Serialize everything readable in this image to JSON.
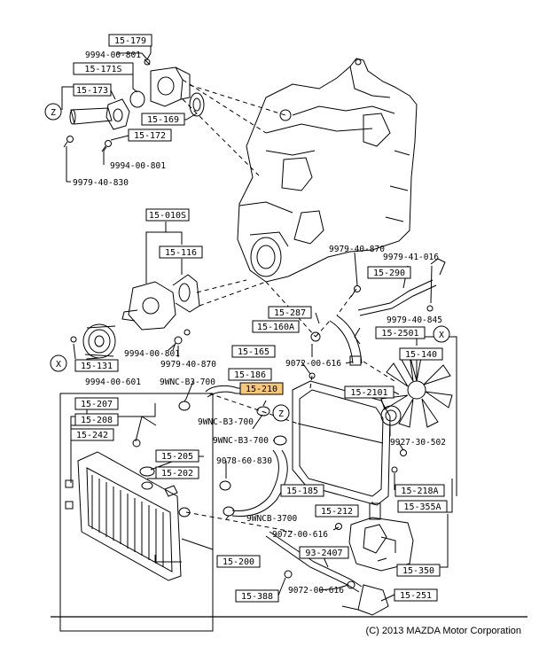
{
  "diagram": {
    "boxed_labels": [
      {
        "id": "15-179",
        "text": "15-179",
        "highlight": false
      },
      {
        "id": "15-171S",
        "text": "15-171S",
        "highlight": false
      },
      {
        "id": "15-173",
        "text": "15-173",
        "highlight": false
      },
      {
        "id": "15-169",
        "text": "15-169",
        "highlight": false
      },
      {
        "id": "15-172",
        "text": "15-172",
        "highlight": false
      },
      {
        "id": "15-010S",
        "text": "15-010S",
        "highlight": false
      },
      {
        "id": "15-116",
        "text": "15-116",
        "highlight": false
      },
      {
        "id": "15-131",
        "text": "15-131",
        "highlight": false
      },
      {
        "id": "15-287",
        "text": "15-287",
        "highlight": false
      },
      {
        "id": "15-160A",
        "text": "15-160A",
        "highlight": false
      },
      {
        "id": "15-165",
        "text": "15-165",
        "highlight": false
      },
      {
        "id": "15-186",
        "text": "15-186",
        "highlight": false
      },
      {
        "id": "15-210",
        "text": "15-210",
        "highlight": true
      },
      {
        "id": "15-290",
        "text": "15-290",
        "highlight": false
      },
      {
        "id": "15-2501",
        "text": "15-2501",
        "highlight": false
      },
      {
        "id": "15-140",
        "text": "15-140",
        "highlight": false
      },
      {
        "id": "15-2101",
        "text": "15-2101",
        "highlight": false
      },
      {
        "id": "15-207",
        "text": "15-207",
        "highlight": false
      },
      {
        "id": "15-208",
        "text": "15-208",
        "highlight": false
      },
      {
        "id": "15-242",
        "text": "15-242",
        "highlight": false
      },
      {
        "id": "15-205",
        "text": "15-205",
        "highlight": false
      },
      {
        "id": "15-202",
        "text": "15-202",
        "highlight": false
      },
      {
        "id": "15-185",
        "text": "15-185",
        "highlight": false
      },
      {
        "id": "15-212",
        "text": "15-212",
        "highlight": false
      },
      {
        "id": "15-218A",
        "text": "15-218A",
        "highlight": false
      },
      {
        "id": "15-355A",
        "text": "15-355A",
        "highlight": false
      },
      {
        "id": "93-2407",
        "text": "93-2407",
        "highlight": false
      },
      {
        "id": "15-350",
        "text": "15-350",
        "highlight": false
      },
      {
        "id": "15-200",
        "text": "15-200",
        "highlight": false
      },
      {
        "id": "15-388",
        "text": "15-388",
        "highlight": false
      },
      {
        "id": "15-251",
        "text": "15-251",
        "highlight": false
      }
    ],
    "plain_labels": [
      {
        "id": "9994-00-801-a",
        "text": "9994-00-801"
      },
      {
        "id": "9994-00-801-b",
        "text": "9994-00-801"
      },
      {
        "id": "9979-40-830",
        "text": "9979-40-830"
      },
      {
        "id": "9994-00-801-c",
        "text": "9994-00-801"
      },
      {
        "id": "9979-40-870-a",
        "text": "9979-40-870"
      },
      {
        "id": "9994-00-601",
        "text": "9994-00-601"
      },
      {
        "id": "9979-40-870-b",
        "text": "9979-40-870"
      },
      {
        "id": "9979-41-016",
        "text": "9979-41-016"
      },
      {
        "id": "9979-40-845",
        "text": "9979-40-845"
      },
      {
        "id": "9072-00-616-a",
        "text": "9072-00-616"
      },
      {
        "id": "9WNC-B3-700-a",
        "text": "9WNC-B3-700"
      },
      {
        "id": "9WNC-B3-700-b",
        "text": "9WNC-B3-700"
      },
      {
        "id": "9WNC-B3-700-c",
        "text": "9WNC-B3-700"
      },
      {
        "id": "9927-30-502",
        "text": "9927-30-502"
      },
      {
        "id": "9078-60-830",
        "text": "9078-60-830"
      },
      {
        "id": "9WNCB-3700",
        "text": "9WNCB-3700"
      },
      {
        "id": "9072-00-616-b",
        "text": "9072-00-616"
      },
      {
        "id": "9072-00-616-c",
        "text": "9072-00-616"
      }
    ],
    "callouts": [
      {
        "id": "Z-top",
        "text": "Z"
      },
      {
        "id": "X-left",
        "text": "X"
      },
      {
        "id": "X-right",
        "text": "X"
      },
      {
        "id": "Z-mid",
        "text": "Z"
      }
    ],
    "copyright": "(C) 2013 MAZDA Motor Corporation",
    "colors": {
      "line": "#000000",
      "highlight": "#f7c87a",
      "background": "#ffffff"
    }
  }
}
